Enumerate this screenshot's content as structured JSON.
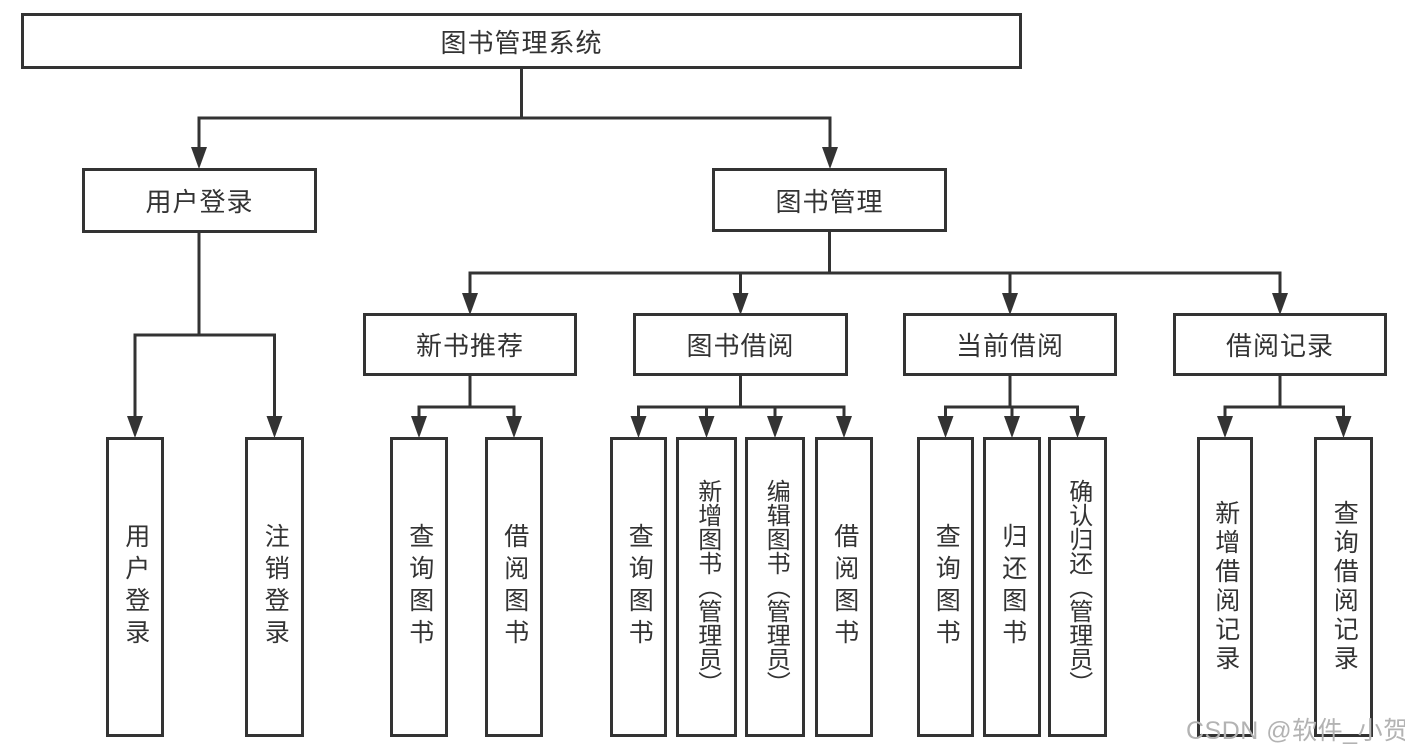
{
  "watermark": "CSDN @软件_小贺同学",
  "colors": {
    "line": "#333333",
    "text": "#333333",
    "watermark": "#b3b3b3",
    "background": "#ffffff"
  },
  "tree": {
    "root": {
      "label": "图书管理系统"
    },
    "branches": [
      {
        "label": "用户登录",
        "leaves": [
          {
            "label": "用户登录"
          },
          {
            "label": "注销登录"
          }
        ]
      },
      {
        "label": "图书管理",
        "children": [
          {
            "label": "新书推荐",
            "leaves": [
              {
                "label": "查询图书"
              },
              {
                "label": "借阅图书"
              }
            ]
          },
          {
            "label": "图书借阅",
            "leaves": [
              {
                "label": "查询图书"
              },
              {
                "label": "新增图书（管理员）"
              },
              {
                "label": "编辑图书（管理员）"
              },
              {
                "label": "借阅图书"
              }
            ]
          },
          {
            "label": "当前借阅",
            "leaves": [
              {
                "label": "查询图书"
              },
              {
                "label": "归还图书"
              },
              {
                "label": "确认归还（管理员）"
              }
            ]
          },
          {
            "label": "借阅记录",
            "leaves": [
              {
                "label": "新增借阅记录"
              },
              {
                "label": "查询借阅记录"
              }
            ]
          }
        ]
      }
    ]
  }
}
